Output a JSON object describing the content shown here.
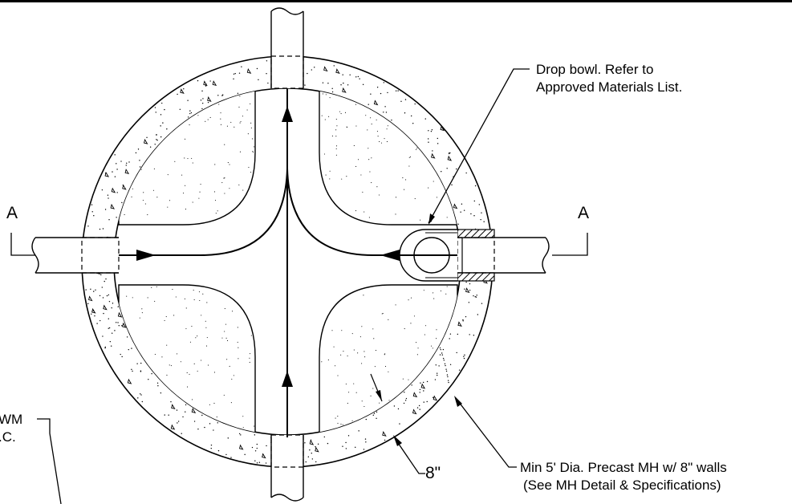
{
  "drawing": {
    "section_label_left": "A",
    "section_label_right": "A",
    "drop_bowl_note_line1": "Drop bowl. Refer to",
    "drop_bowl_note_line2": "Approved Materials List.",
    "wall_dim": "8\"",
    "mh_note_line1": "Min 5' Dia. Precast MH w/ 8\" walls",
    "mh_note_line2": "(See MH Detail & Specifications)",
    "cut_note_line1": "WM",
    "cut_note_line2": ".C."
  }
}
